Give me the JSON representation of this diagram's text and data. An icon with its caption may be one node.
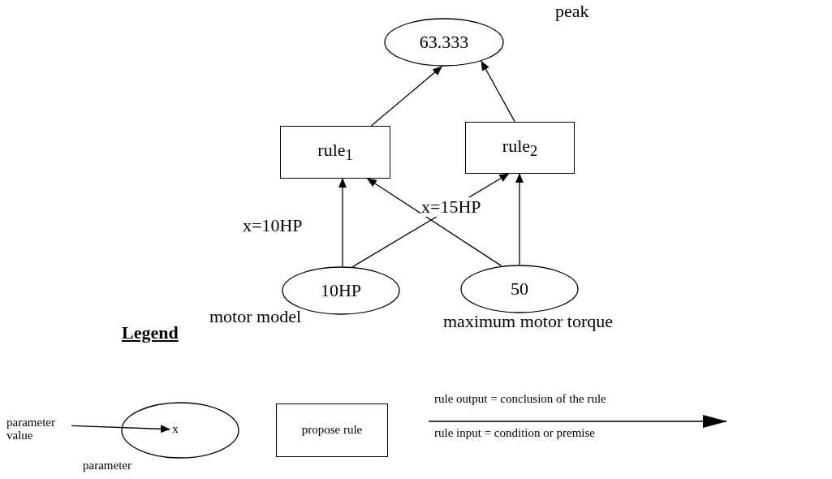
{
  "diagram": {
    "nodes": [
      {
        "text": [
          "63.333"
        ],
        "beside": [
          "peak"
        ]
      },
      {
        "text": [
          "rule$_{1}$"
        ]
      },
      {
        "text": [
          "rule$_{2}$"
        ]
      },
      {
        "text": [
          "10HP"
        ],
        "beside": [
          "motor model"
        ]
      },
      {
        "text": [
          "50"
        ],
        "beside": [
          "maximum motor torque"
        ]
      },
      {
        "text": [],
        "shape": "circle",
        "beside": [
          "parameter"
        ]
      },
      {
        "text": [
          "x"
        ],
        "in": 5
      },
      {
        "text": [
          "parameter value"
        ]
      },
      {
        "text": [
          "propose rule"
        ]
      }
    ],
    "edges": [
      {
        "from": 1,
        "to": 0,
        "arrow": "to"
      },
      {
        "from": 2,
        "to": 0,
        "arrow": "to"
      },
      {
        "from": 3,
        "to": 1,
        "arrow": "to",
        "label": "x=10HP"
      },
      {
        "from": 3,
        "to": 2,
        "arrow": "to",
        "label": "x=15HP"
      },
      {
        "from": 4,
        "to": 1,
        "arrow": "to"
      },
      {
        "from": 4,
        "to": 2,
        "arrow": "to"
      },
      {
        "from": 7,
        "to": 6,
        "arrow": "to"
      }
    ],
    "labels": [
      "Legend",
      "rule output = conclusion of the rule",
      "rule input = condition or premise"
    ]
  }
}
